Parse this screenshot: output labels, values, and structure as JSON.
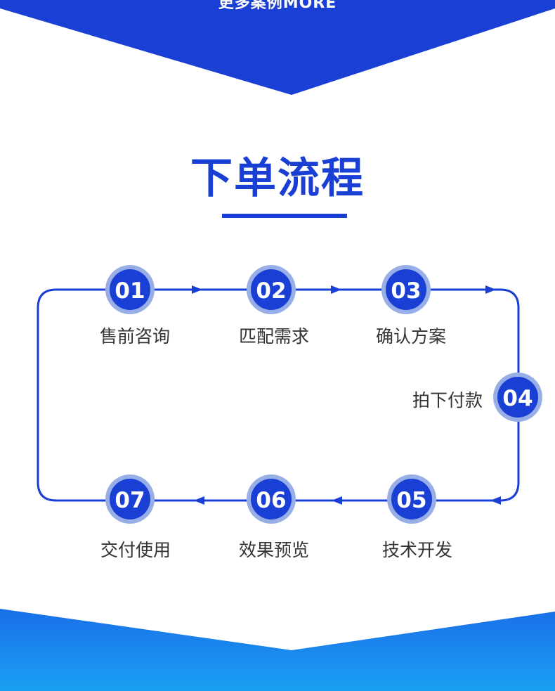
{
  "header": {
    "cut_text": "更多案例MORE",
    "title": "下单流程"
  },
  "colors": {
    "primary": "#1a3fd4",
    "node_ring": "#98aee6",
    "label_text": "#333333",
    "footer_top": "#1a6fe8",
    "footer_bottom": "#1aa0f2"
  },
  "steps": [
    {
      "number": "01",
      "label": "售前咨询"
    },
    {
      "number": "02",
      "label": "匹配需求"
    },
    {
      "number": "03",
      "label": "确认方案"
    },
    {
      "number": "04",
      "label": "拍下付款"
    },
    {
      "number": "05",
      "label": "技术开发"
    },
    {
      "number": "06",
      "label": "效果预览"
    },
    {
      "number": "07",
      "label": "交付使用"
    }
  ]
}
